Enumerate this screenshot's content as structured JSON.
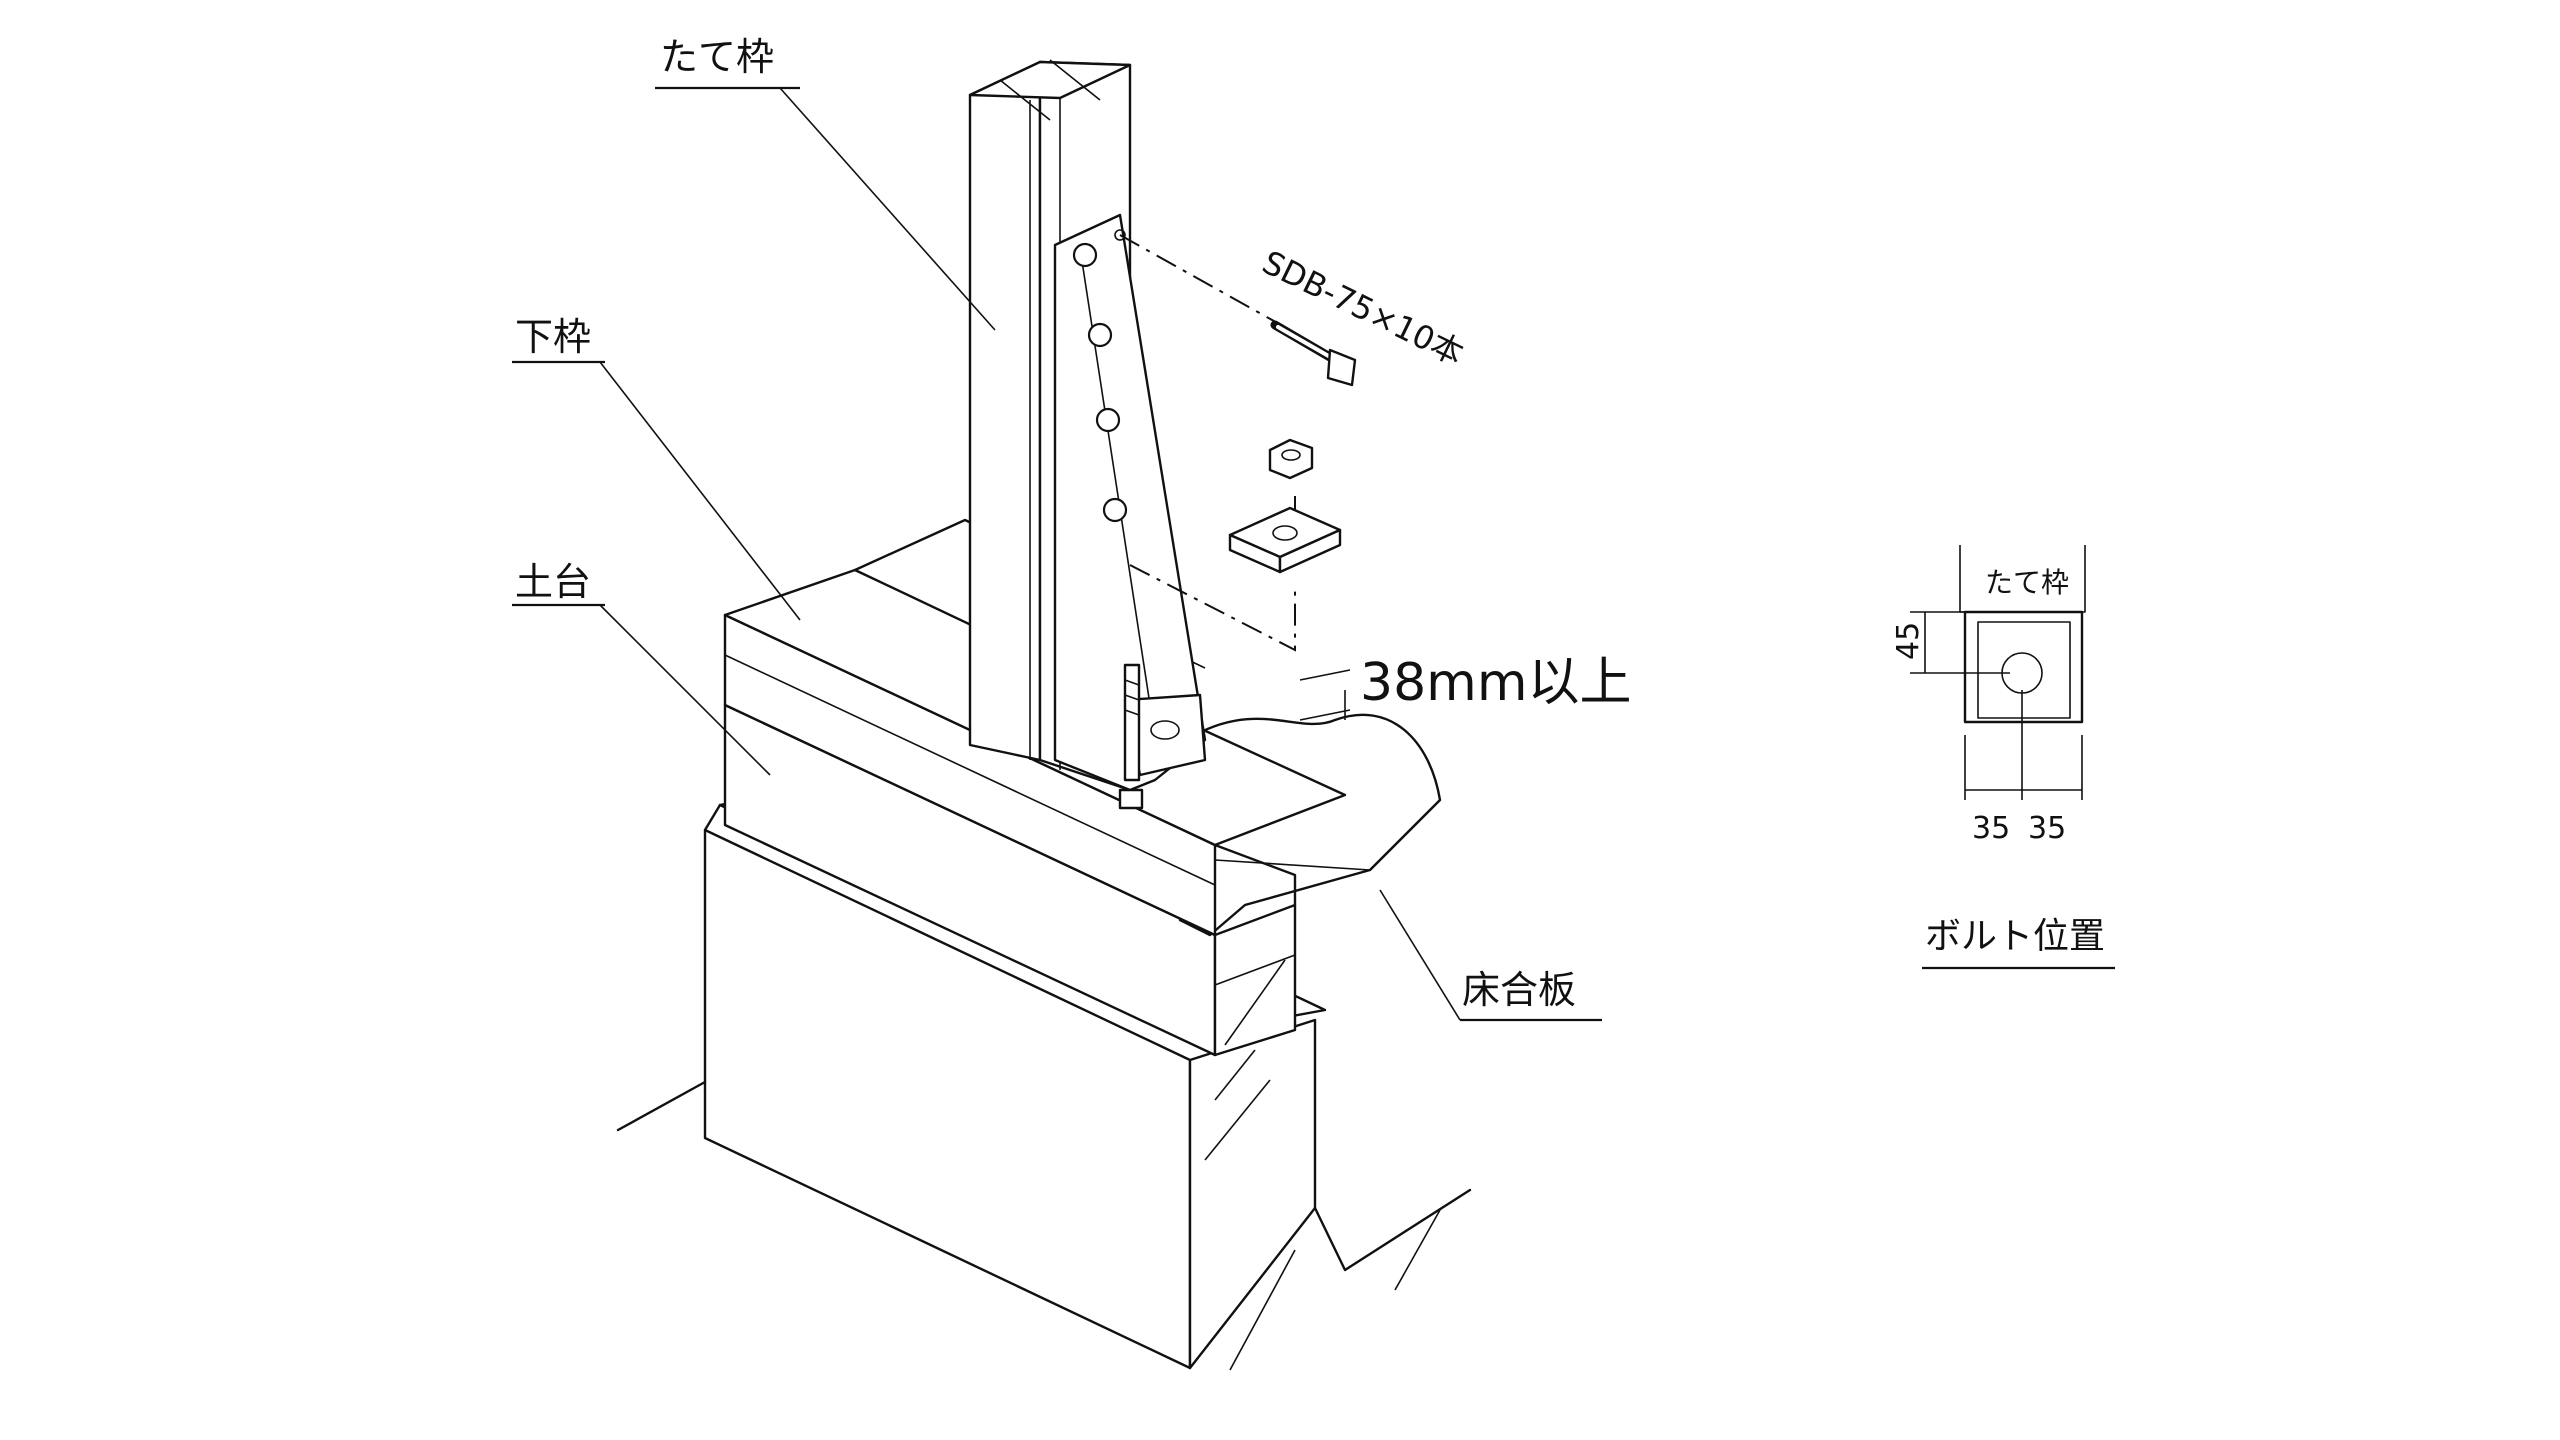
{
  "labels": {
    "tate_waku": "たて枠",
    "shita_waku": "下枠",
    "dodai": "土台",
    "yukagouhan": "床合板",
    "bolt_spec": "SDB-75×10本",
    "min_depth": "38mm以上"
  },
  "bolt_position_detail": {
    "title": "ボルト位置",
    "member_label": "たて枠",
    "dim_vertical": "45",
    "dim_left": "35",
    "dim_right": "35"
  }
}
